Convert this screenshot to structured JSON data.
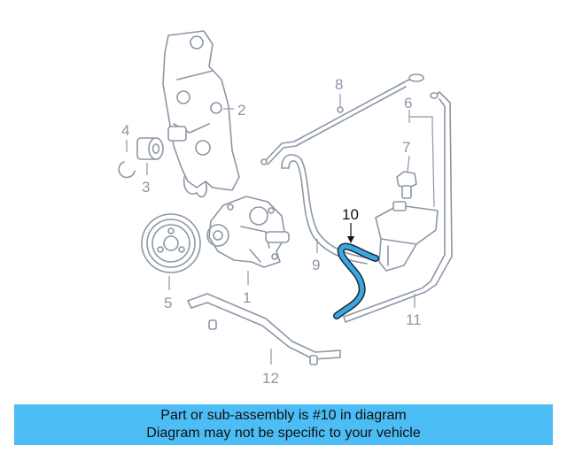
{
  "diagram": {
    "callouts": {
      "c1": "1",
      "c2": "2",
      "c3": "3",
      "c4": "4",
      "c5": "5",
      "c6": "6",
      "c7": "7",
      "c8": "8",
      "c9": "9",
      "c10": "10",
      "c11": "11",
      "c12": "12"
    },
    "highlight_part": "10",
    "colors": {
      "line": "#8c97a6",
      "highlight": "#3aa7e0",
      "banner": "#4dbdf5"
    }
  },
  "banner": {
    "line1": "Part or sub-assembly is #10 in diagram",
    "line2": "Diagram may not be specific to your vehicle"
  }
}
